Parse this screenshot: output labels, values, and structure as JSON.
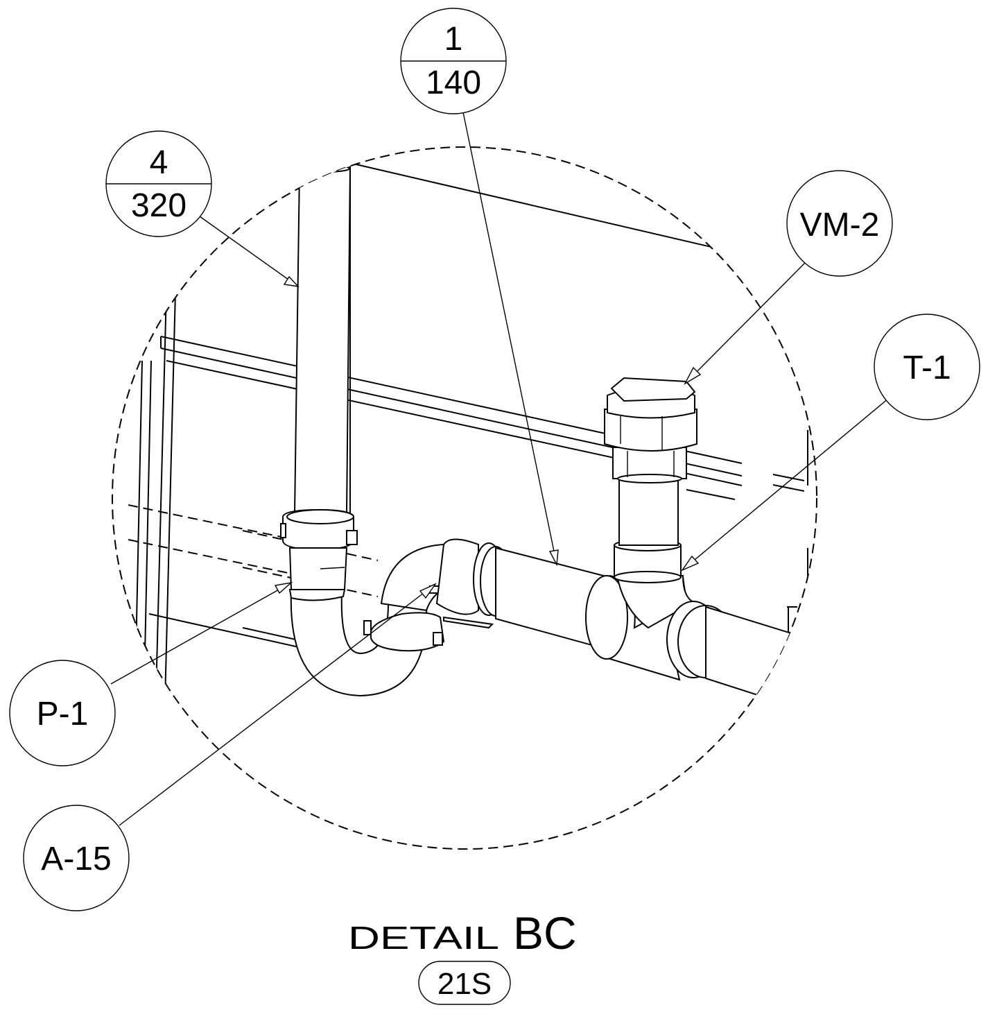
{
  "callouts": {
    "section_top": "1",
    "section_bottom": "140",
    "view_top": "4",
    "view_bottom": "320",
    "vm2": "VM-2",
    "t1": "T-1",
    "p1": "P-1",
    "a15": "A-15"
  },
  "title": {
    "prefix": "DETAIL",
    "label": "BC",
    "sheet": "21S"
  }
}
